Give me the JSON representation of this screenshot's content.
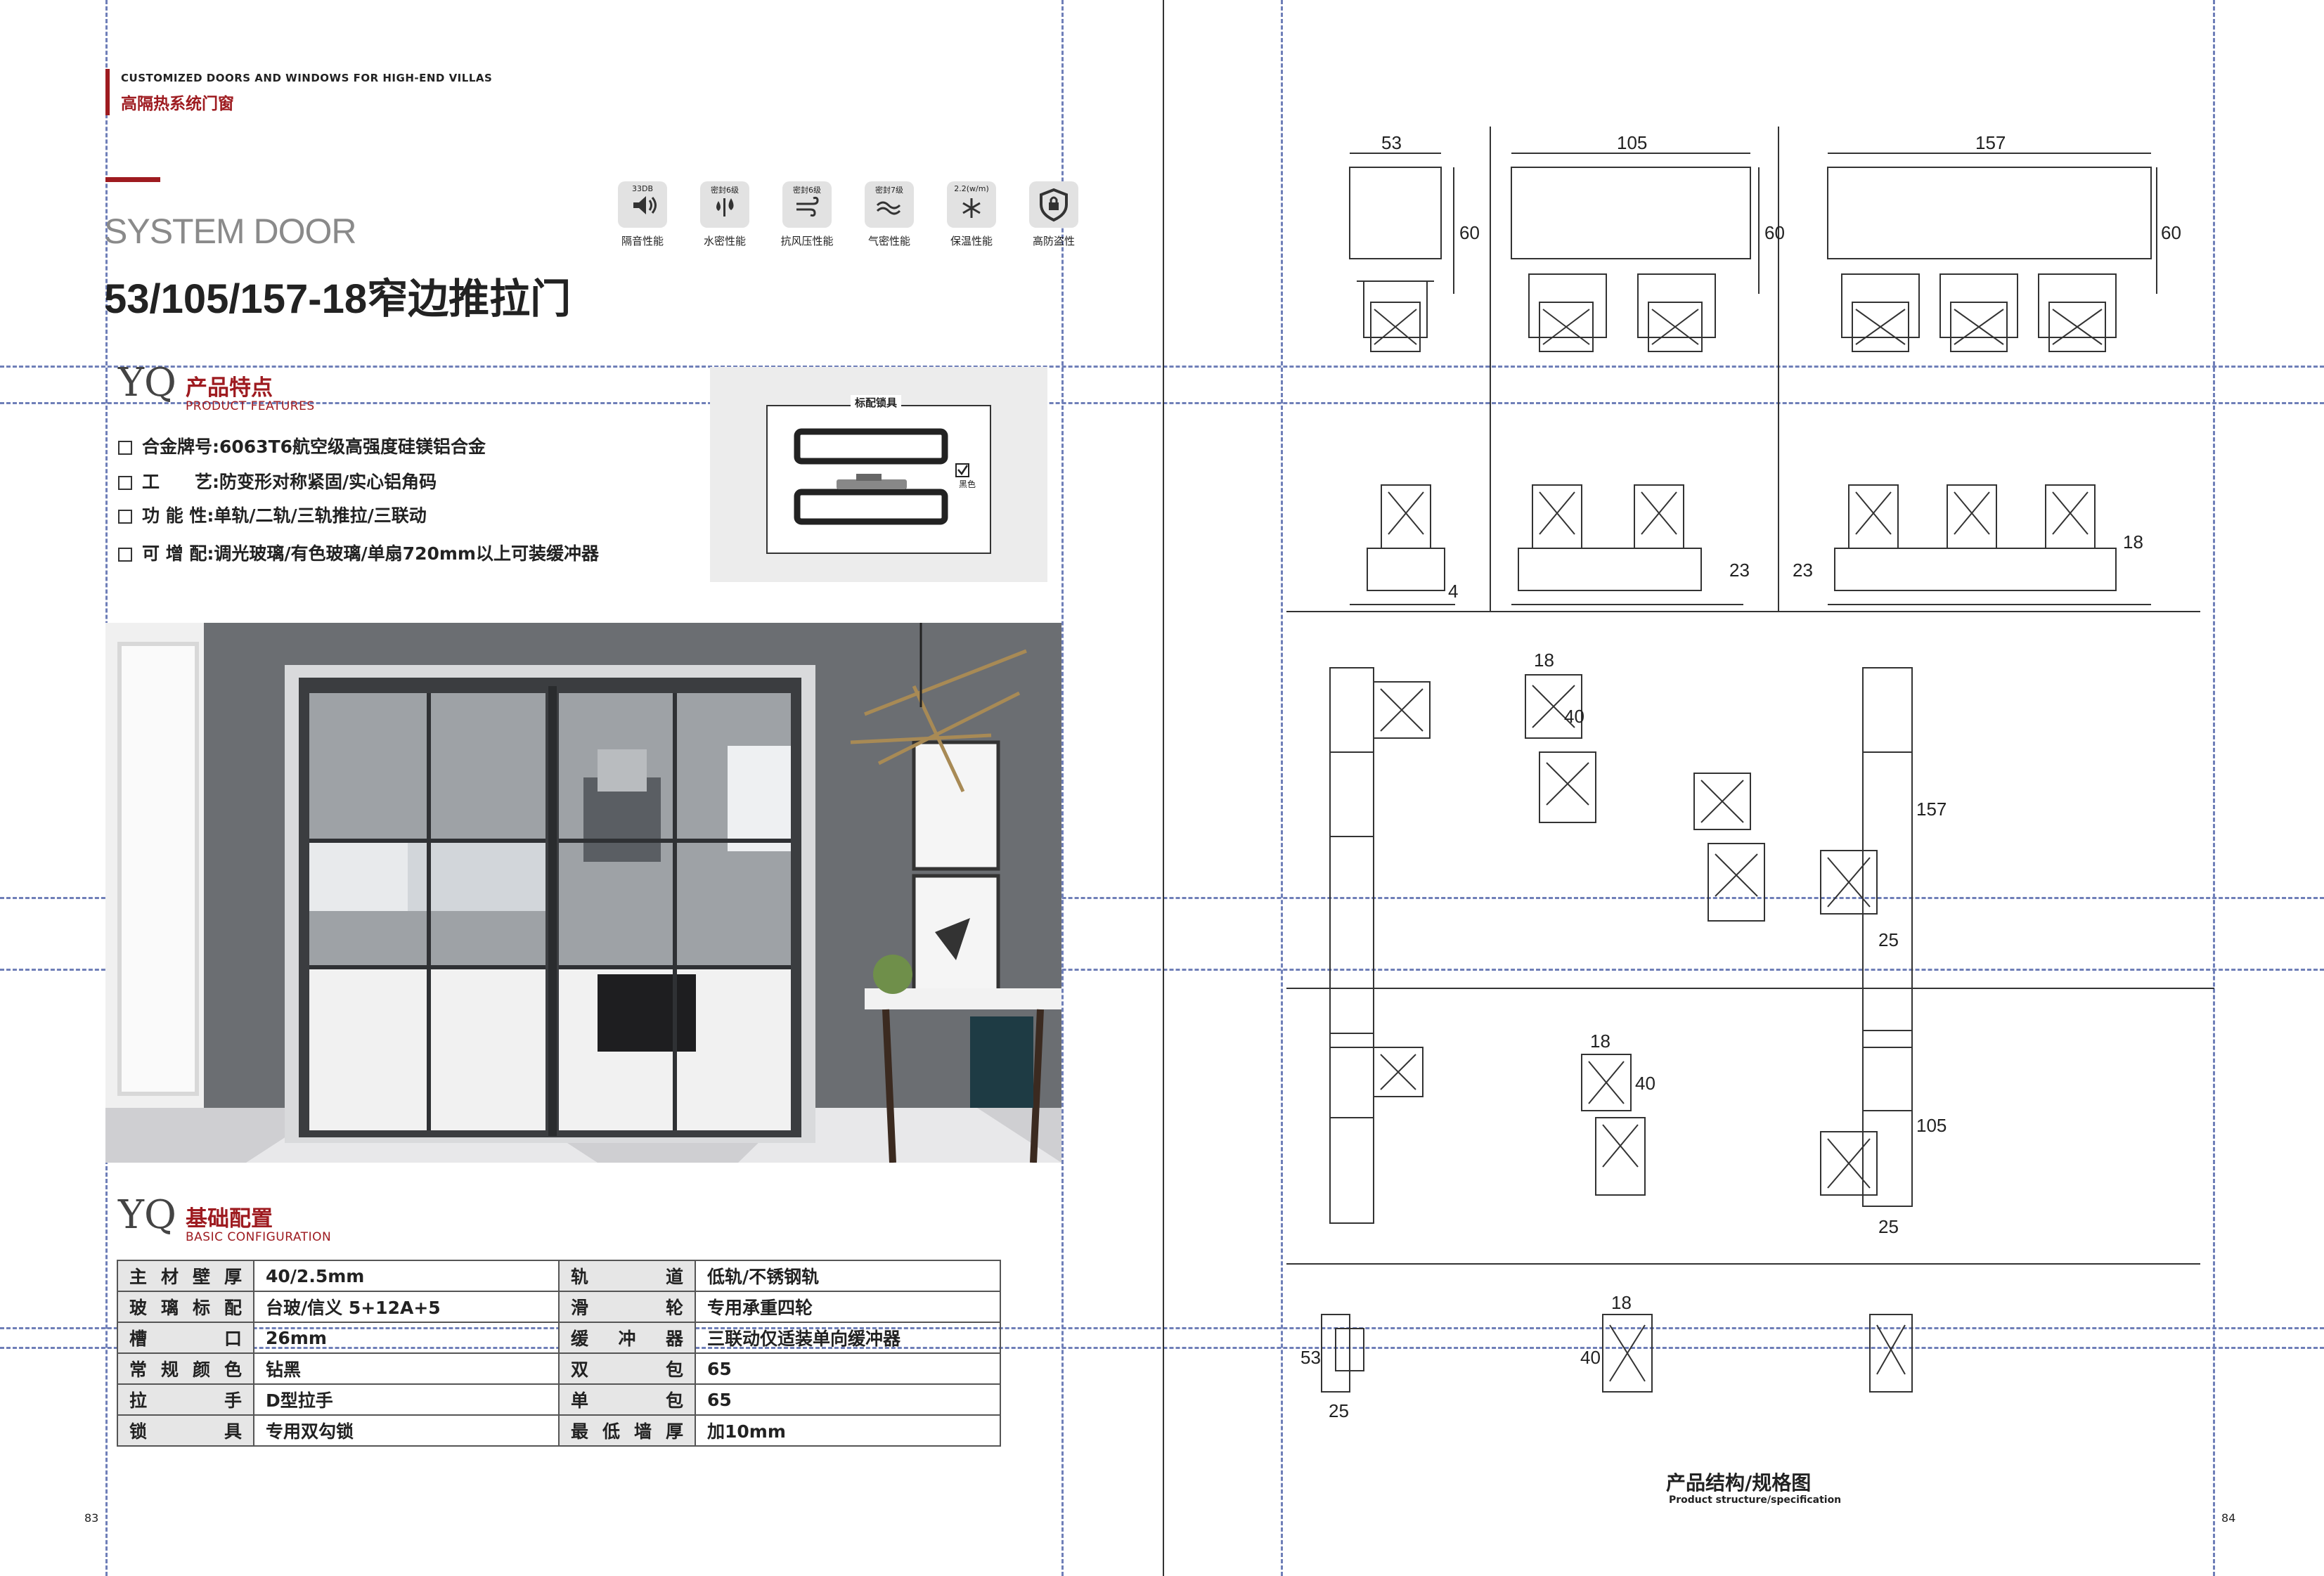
{
  "header": {
    "en": "CUSTOMIZED DOORS AND WINDOWS FOR HIGH-END VILLAS",
    "cn": "高隔热系统门窗"
  },
  "brand_line": "SYSTEM DOOR",
  "product_title": "53/105/157-18窄边推拉门",
  "icons": [
    {
      "caption": "33DB",
      "label": "隔音性能",
      "icon": "speaker-icon"
    },
    {
      "caption": "密封6级",
      "label": "水密性能",
      "icon": "water-drops-icon"
    },
    {
      "caption": "密封6级",
      "label": "抗风压性能",
      "icon": "wind-icon"
    },
    {
      "caption": "密封7级",
      "label": "气密性能",
      "icon": "air-icon"
    },
    {
      "caption": "2.2(w/m)",
      "label": "保温性能",
      "icon": "snowflake-icon"
    },
    {
      "caption": "",
      "label": "高防盗性",
      "icon": "shield-lock-icon"
    }
  ],
  "features_section": {
    "yq": "YQ",
    "title_cn": "产品特点",
    "title_en": "PRODUCT FEATURES",
    "items": [
      {
        "key": "合金牌号:",
        "value": "6063T6航空级高强度硅镁铝合金"
      },
      {
        "key": "工　　艺:",
        "value": "防变形对称紧固/实心铝角码"
      },
      {
        "key": "功 能 性:",
        "value": "单轨/二轨/三轨推拉/三联动"
      },
      {
        "key": "可 增 配:",
        "value": "调光玻璃/有色玻璃/单扇720mm以上可装缓冲器"
      }
    ]
  },
  "hardware": {
    "title": "标配锁具",
    "swatch_label": "黑色"
  },
  "config_section": {
    "yq": "YQ",
    "title_cn": "基础配置",
    "title_en": "BASIC CONFIGURATION",
    "rows": [
      [
        "主材壁厚",
        "40/2.5mm",
        "轨　道",
        "低轨/不锈钢轨"
      ],
      [
        "玻璃标配",
        "台玻/信义 5+12A+5",
        "滑　轮",
        "专用承重四轮"
      ],
      [
        "槽　口",
        "26mm",
        "缓冲器",
        "三联动仅适装单向缓冲器"
      ],
      [
        "常规颜色",
        "钻黑",
        "双　包",
        "65"
      ],
      [
        "拉　手",
        "D型拉手",
        "单　包",
        "65"
      ],
      [
        "锁　具",
        "专用双勾锁",
        "最低墙厚",
        "加10mm"
      ]
    ]
  },
  "page_left": "83",
  "page_right": "84",
  "drawing": {
    "caption_cn": "产品结构/规格图",
    "caption_en": "Product structure/specification",
    "dims": {
      "w53": "53",
      "w105": "105",
      "w157": "157",
      "h60": "60",
      "d4": "4",
      "d23": "23",
      "d18": "18",
      "d40": "40",
      "d157": "157",
      "d25": "25",
      "d105": "105",
      "d53": "53"
    }
  },
  "colors": {
    "accent": "#9e1b20",
    "guide": "#6f7fb8"
  }
}
